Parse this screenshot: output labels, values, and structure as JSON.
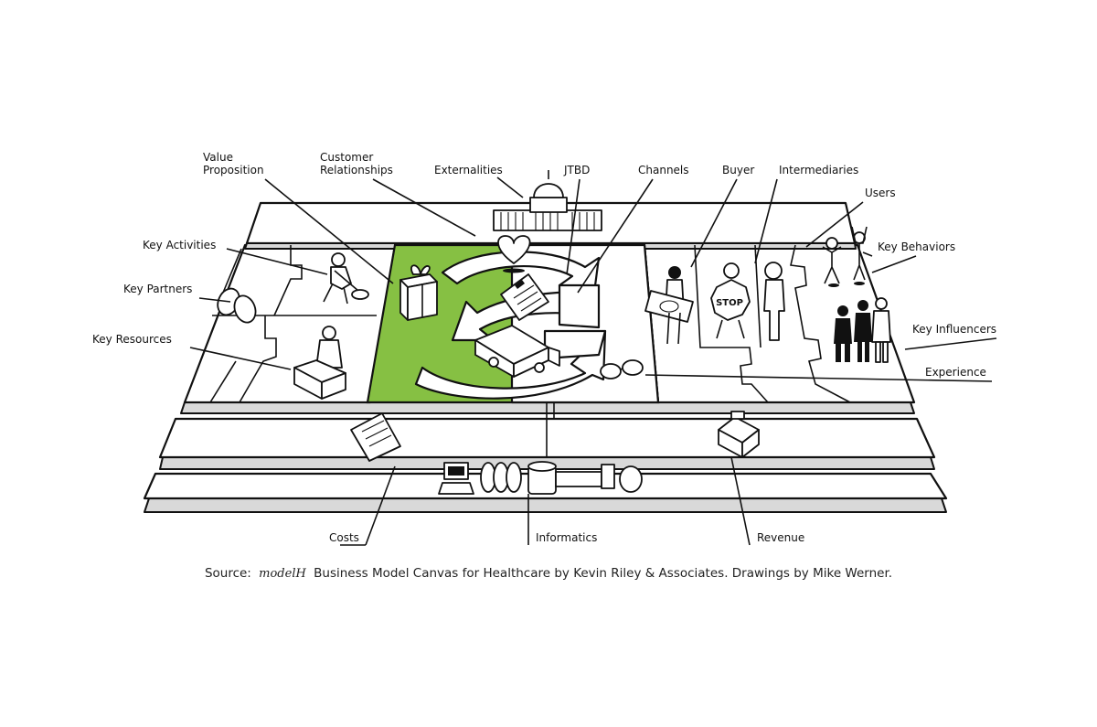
{
  "labels": {
    "value_proposition_1": "Value",
    "value_proposition_2": "Proposition",
    "customer_relationships_1": "Customer",
    "customer_relationships_2": "Relationships",
    "externalities": "Externalities",
    "jtbd": "JTBD",
    "channels": "Channels",
    "buyer": "Buyer",
    "intermediaries": "Intermediaries",
    "users": "Users",
    "key_behaviors": "Key Behaviors",
    "key_activities": "Key Activities",
    "key_partners": "Key Partners",
    "key_resources": "Key Resources",
    "key_influencers": "Key Influencers",
    "experience": "Experience",
    "costs": "Costs",
    "informatics": "Informatics",
    "revenue": "Revenue",
    "stop_sign": "STOP"
  },
  "caption": {
    "prefix": "Source:",
    "brand": "modelH",
    "text": "Business Model Canvas for Healthcare by Kevin Riley & Associates. Drawings by Mike Werner."
  },
  "colors": {
    "highlight": "#86c043",
    "ink": "#111111",
    "background": "#ffffff"
  },
  "icons": [
    "capitol-icon",
    "heart-icon",
    "gift-icon",
    "clipboard-icon",
    "truck-icon",
    "chain-icon",
    "shovel-worker-icon",
    "box-worker-icon",
    "glasses-icon",
    "money-person-icon",
    "stop-sign-icon",
    "standing-user-icon",
    "family-icon",
    "group-icon",
    "document-icon",
    "cash-register-icon",
    "computer-icon",
    "pipes-icon"
  ]
}
